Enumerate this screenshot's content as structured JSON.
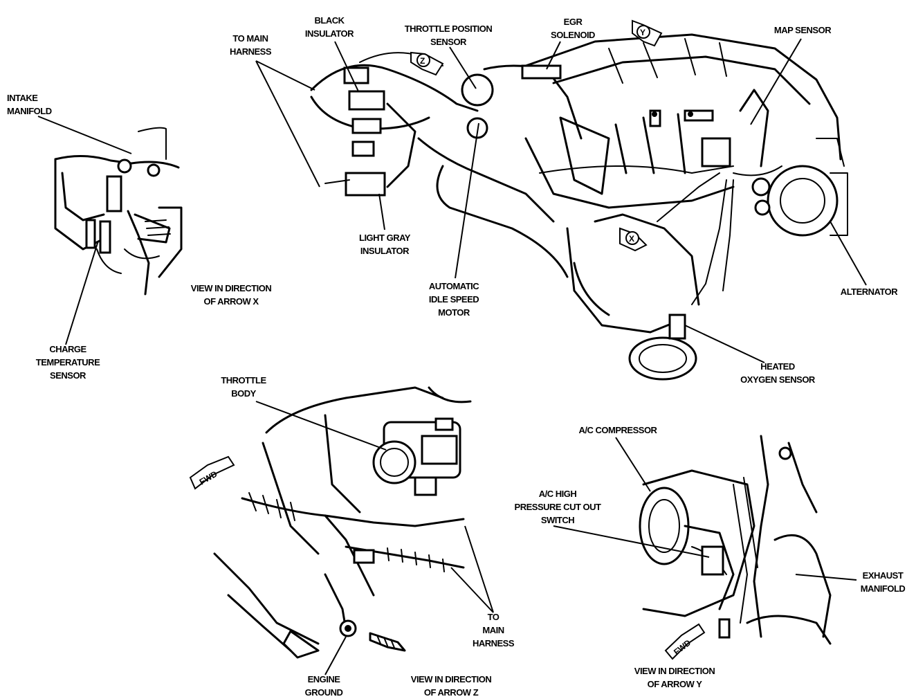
{
  "labels": {
    "intake_manifold": [
      "INTAKE",
      "MANIFOLD"
    ],
    "charge_temp_sensor": [
      "CHARGE",
      "TEMPERATURE",
      "SENSOR"
    ],
    "view_x": [
      "VIEW IN DIRECTION",
      "OF ARROW X"
    ],
    "to_main_harness_top": [
      "TO MAIN",
      "HARNESS"
    ],
    "black_insulator": [
      "BLACK",
      "INSULATOR"
    ],
    "throttle_position_sensor": [
      "THROTTLE POSITION",
      "SENSOR"
    ],
    "egr_solenoid": [
      "EGR",
      "SOLENOID"
    ],
    "map_sensor": [
      "MAP SENSOR"
    ],
    "light_gray_insulator": [
      "LIGHT GRAY",
      "INSULATOR"
    ],
    "automatic_idle_speed_motor": [
      "AUTOMATIC",
      "IDLE SPEED",
      "MOTOR"
    ],
    "alternator": [
      "ALTERNATOR"
    ],
    "heated_oxygen_sensor": [
      "HEATED",
      "OXYGEN SENSOR"
    ],
    "throttle_body": [
      "THROTTLE",
      "BODY"
    ],
    "to_main_harness_bottom": [
      "TO",
      "MAIN",
      "HARNESS"
    ],
    "engine_ground": [
      "ENGINE",
      "GROUND"
    ],
    "view_z": [
      "VIEW IN DIRECTION",
      "OF ARROW Z"
    ],
    "ac_compressor": [
      "A/C COMPRESSOR"
    ],
    "ac_high_pressure_switch": [
      "A/C HIGH",
      "PRESSURE CUT OUT",
      "SWITCH"
    ],
    "exhaust_manifold": [
      "EXHAUST",
      "MANIFOLD"
    ],
    "view_y": [
      "VIEW IN DIRECTION",
      "OF ARROW Y"
    ]
  },
  "arrow_markers": {
    "x": "X",
    "y": "Y",
    "z": "Z"
  },
  "fwd_markers": {
    "label": "FWD"
  },
  "colors": {
    "ink": "#000000",
    "paper": "#ffffff"
  }
}
